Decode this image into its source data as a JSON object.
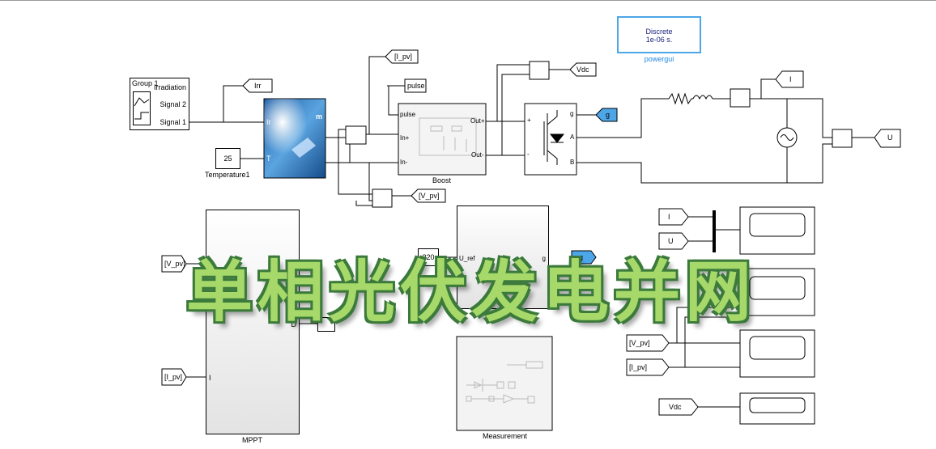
{
  "blocks": {
    "signal_group": {
      "title": "Group 1",
      "ports": [
        "Irradiation",
        "Signal 2",
        "Signal 1"
      ]
    },
    "temperature": {
      "value": "25",
      "name": "Temperature1"
    },
    "pv_array": {
      "port_m": "m",
      "port_ir": "Ir",
      "port_t": "T"
    },
    "boost": {
      "name": "Boost",
      "in_plus": "In+",
      "in_minus": "In-",
      "pulse": "pulse",
      "out_plus": "Out+",
      "out_minus": "Out-"
    },
    "inverter": {
      "g": "g",
      "plus": "+",
      "minus": "-",
      "a": "A",
      "b": "B"
    },
    "mppt": {
      "name": "MPPT",
      "port_v": "V",
      "port_i": "I",
      "port_out": "D"
    },
    "controller": {
      "uref_value": "220",
      "uref_label": "U_ref",
      "out": "g"
    },
    "measurement": {
      "name": "Measurement"
    },
    "powergui": {
      "line1": "Discrete",
      "line2": "1e-06 s.",
      "name": "powergui"
    }
  },
  "tags": {
    "irr": "Irr",
    "i_pv": "[I_pv]",
    "pulse": "pulse",
    "vdc": "Vdc",
    "g": "g",
    "v_pv": "[V_pv]",
    "i": "I",
    "u": "U"
  },
  "scope_inputs": {
    "scope1": [
      "I",
      "U"
    ],
    "scope3": [
      "[V_pv]",
      "[I_pv]"
    ],
    "scope4": [
      "Vdc"
    ]
  },
  "overlay_title": "单相光伏发电并网",
  "colors": {
    "goto_highlight": "#4da6e8",
    "overlay_fill": "#a6d86a",
    "overlay_outline": "#3c7a3c",
    "powergui_border": "#4da6e8"
  }
}
